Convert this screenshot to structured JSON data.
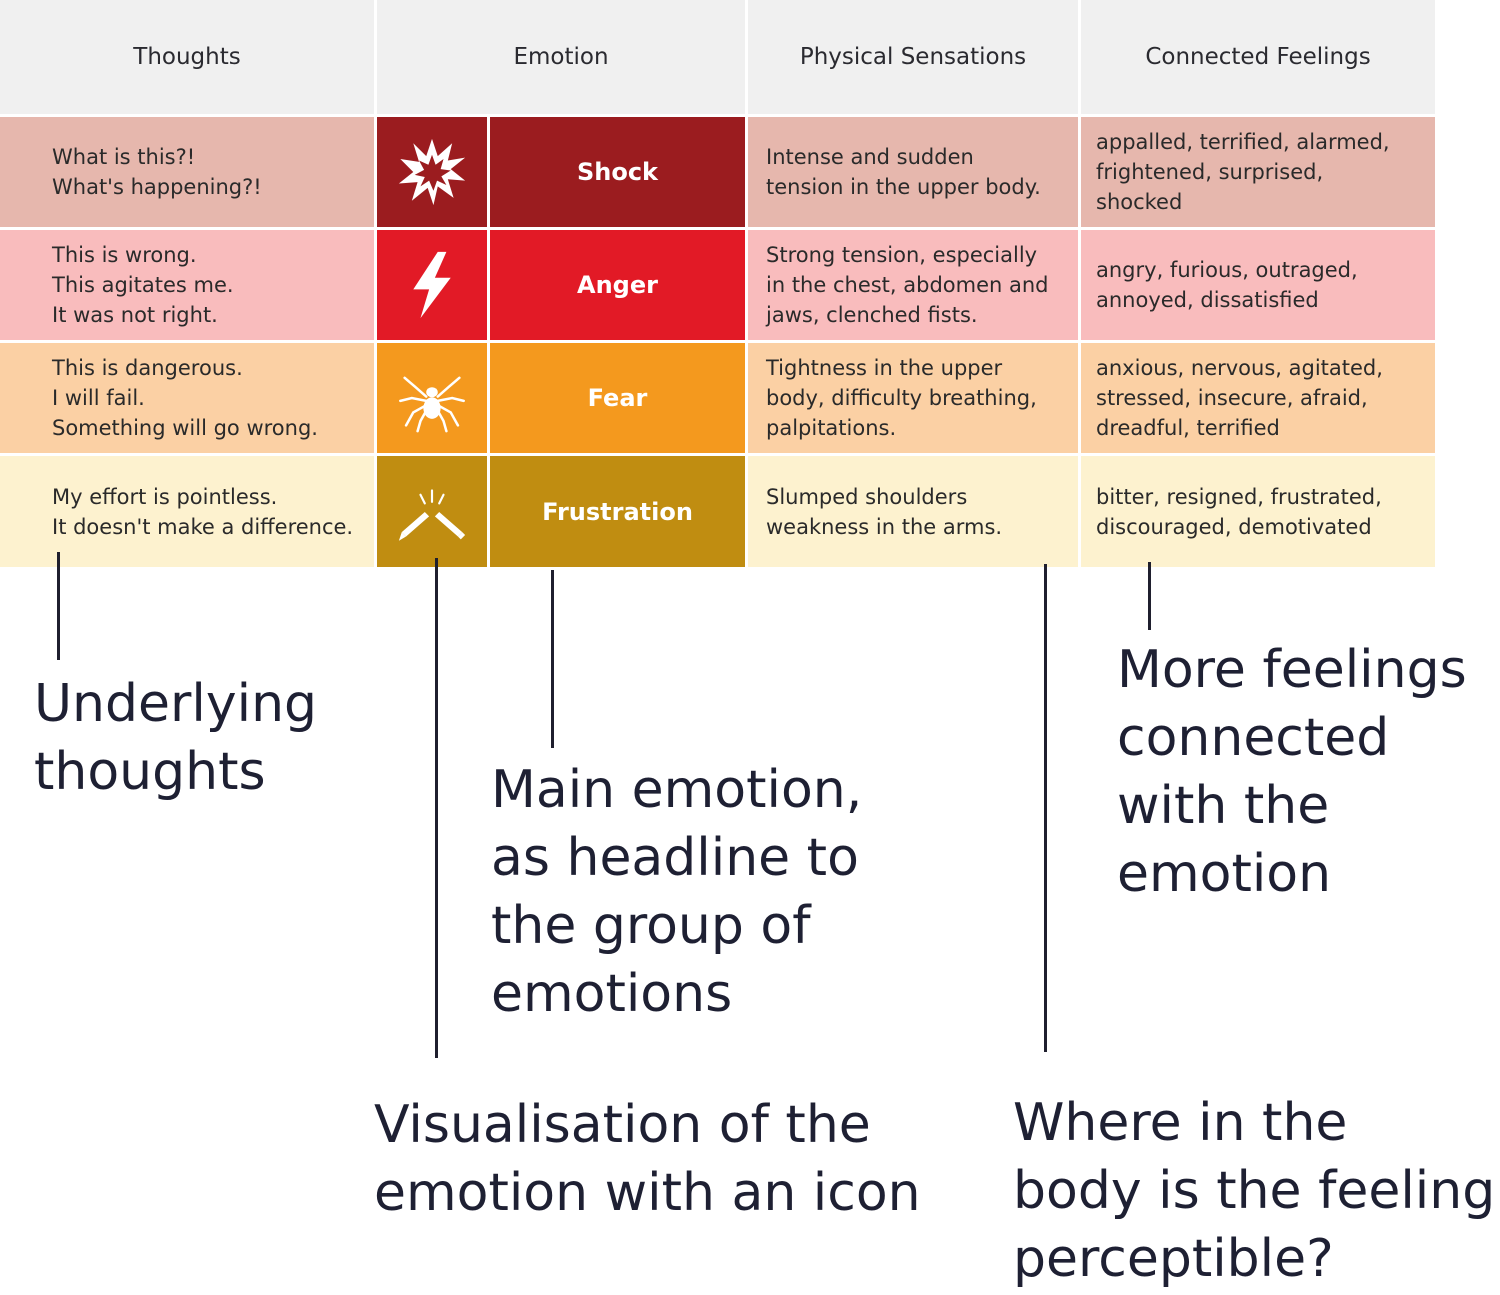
{
  "headers": {
    "thoughts": "Thoughts",
    "emotion": "Emotion",
    "sensations": "Physical Sensations",
    "feelings": "Connected Feelings"
  },
  "rows": [
    {
      "thoughts": "What is this?!\nWhat's happening?!",
      "icon": "explosion-icon",
      "emotion": "Shock",
      "sensations": "Intense and sudden\ntension in the upper body.",
      "feelings": "appalled, terrified, alarmed,\nfrightened, surprised,\nshocked",
      "row_color": "#e6b7ad",
      "icon_color": "#9b1c1f",
      "emotion_color": "#9b1c1f"
    },
    {
      "thoughts": "This is wrong.\nThis agitates me.\nIt was not right.",
      "icon": "lightning-bolt-icon",
      "emotion": "Anger",
      "sensations": "Strong tension, especially\nin the chest, abdomen and\njaws, clenched fists.",
      "feelings": "angry, furious, outraged,\nannoyed, dissatisfied",
      "row_color": "#f9bcbd",
      "icon_color": "#e21a26",
      "emotion_color": "#e21a26"
    },
    {
      "thoughts": "This is dangerous.\nI will fail.\nSomething will go wrong.",
      "icon": "spider-icon",
      "emotion": "Fear",
      "sensations": "Tightness in the upper\nbody, difficulty breathing,\npalpitations.",
      "feelings": "anxious, nervous, agitated,\nstressed, insecure, afraid,\ndreadful, terrified",
      "row_color": "#fbd0a4",
      "icon_color": "#f4991e",
      "emotion_color": "#f4991e"
    },
    {
      "thoughts": "My effort is pointless.\nIt doesn't make a difference.",
      "icon": "broken-pencil-icon",
      "emotion": "Frustration",
      "sensations": "Slumped shoulders\nweakness in the arms.",
      "feelings": "bitter, resigned, frustrated,\ndiscouraged, demotivated",
      "row_color": "#fdf2cf",
      "icon_color": "#c08d11",
      "emotion_color": "#c08d11"
    }
  ],
  "annotations": {
    "thoughts": "Underlying\nthoughts",
    "main_emotion": "Main emotion,\nas headline to\nthe group of\nemotions",
    "icon": "Visualisation of the\nemotion with an icon",
    "body": "Where in the\nbody is the feeling\nperceptible?",
    "feelings": "More feelings\nconnected\nwith the\nemotion"
  },
  "colors": {
    "header_bg": "#f0f0f0",
    "annotation_text": "#1e2033"
  }
}
